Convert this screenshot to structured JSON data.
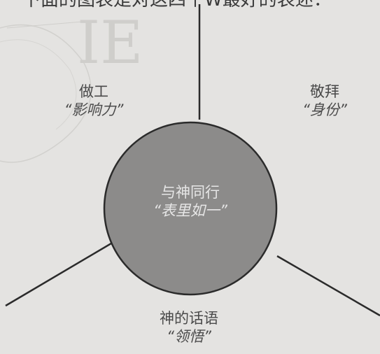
{
  "caption": "下面的图表是对这四个W最好的表述：",
  "center": {
    "name": "与神同行",
    "quote": "“表里如一”"
  },
  "top_left": {
    "name": "做工",
    "quote": "“影响力”"
  },
  "top_right": {
    "name": "敬拜",
    "quote": "“身份”"
  },
  "bottom": {
    "name": "神的话语",
    "quote": "“领悟”"
  },
  "colors": {
    "background": "#e4e3e1",
    "circle_fill": "#8c8b8a",
    "line": "#2b2b2b",
    "center_text": "#e6e6e6",
    "label_text": "#4a4a4a"
  }
}
